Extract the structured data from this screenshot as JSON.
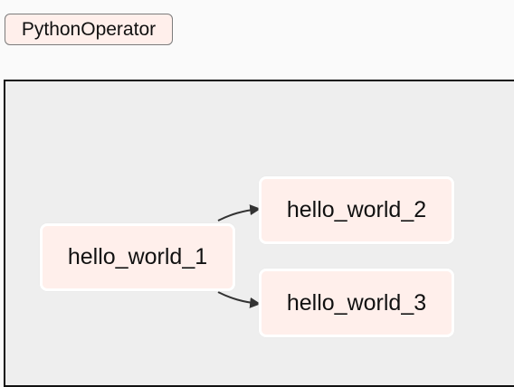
{
  "legend": {
    "operator_label": "PythonOperator",
    "operator_color": "#ffefeb"
  },
  "graph": {
    "background_color": "#eeeeee",
    "nodes": [
      {
        "id": "hello_world_1",
        "label": "hello_world_1"
      },
      {
        "id": "hello_world_2",
        "label": "hello_world_2"
      },
      {
        "id": "hello_world_3",
        "label": "hello_world_3"
      }
    ],
    "edges": [
      {
        "from": "hello_world_1",
        "to": "hello_world_2"
      },
      {
        "from": "hello_world_1",
        "to": "hello_world_3"
      }
    ]
  }
}
